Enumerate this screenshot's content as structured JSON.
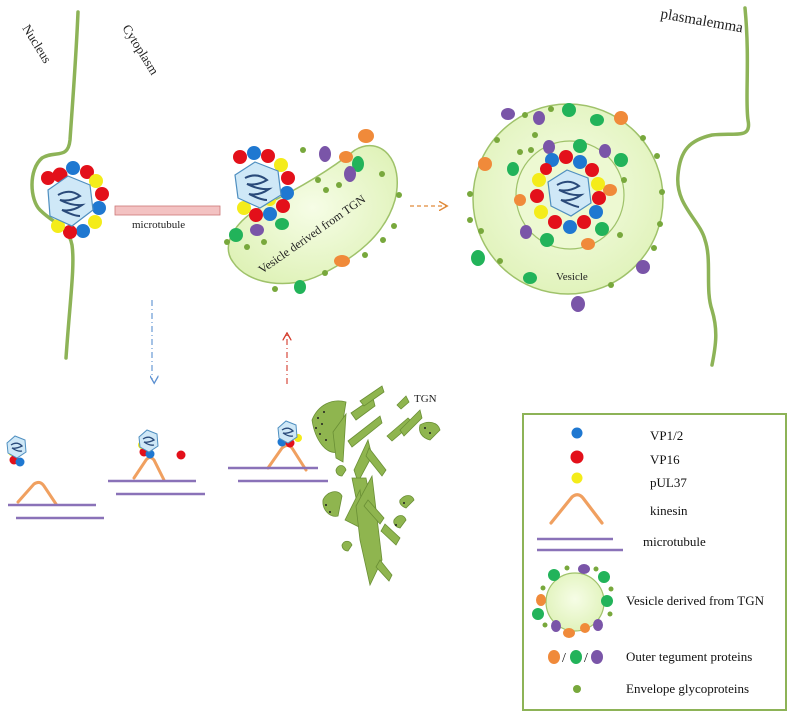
{
  "colors": {
    "membrane": "#8db357",
    "vesicle_fill": "#e8f6c4",
    "vesicle_stroke": "#9fc26a",
    "capsid_fill": "#cfe8f7",
    "capsid_stroke": "#4f8fc0",
    "genome": "#2a4a7a",
    "vp12": "#1f78d1",
    "vp16": "#e3101a",
    "pul37": "#f4ec1a",
    "outer_orange": "#f08a3a",
    "outer_green": "#22b35a",
    "outer_purple": "#7a55a8",
    "envelope_glyco": "#78a83c",
    "kinesin": "#f0a060",
    "microtubule_line": "#8a72b8",
    "microtubule_bar": "#f3c2c2",
    "tgn_fill": "#8fb54f",
    "arrow_orange": "#e08a3a",
    "arrow_blue": "#5a8fd0",
    "arrow_red": "#d33a2a",
    "legend_border": "#8db357"
  },
  "labels": {
    "nucleus": "Nucleus",
    "cytoplasm": "Cytoplasm",
    "plasmalemma": "plasmalemma",
    "microtubule": "microtubule",
    "vesicle_tgn": "Vesicle derived from TGN",
    "vesicle": "Vesicle",
    "tgn": "TGN"
  },
  "legend": {
    "items": [
      {
        "icon": "vp12-dot-icon",
        "label": "VP1/2"
      },
      {
        "icon": "vp16-dot-icon",
        "label": "VP16"
      },
      {
        "icon": "pul37-dot-icon",
        "label": "pUL37"
      },
      {
        "icon": "kinesin-icon",
        "label": "kinesin"
      },
      {
        "icon": "microtubule-icon",
        "label": "microtubule"
      },
      {
        "icon": "vesicle-icon",
        "label": "Vesicle derived from TGN"
      },
      {
        "icon": "outer-tegument-icons",
        "label": "Outer tegument proteins"
      },
      {
        "icon": "envelope-glycoprotein-icon",
        "label": "Envelope glycoproteins"
      }
    ],
    "separator": "/"
  }
}
